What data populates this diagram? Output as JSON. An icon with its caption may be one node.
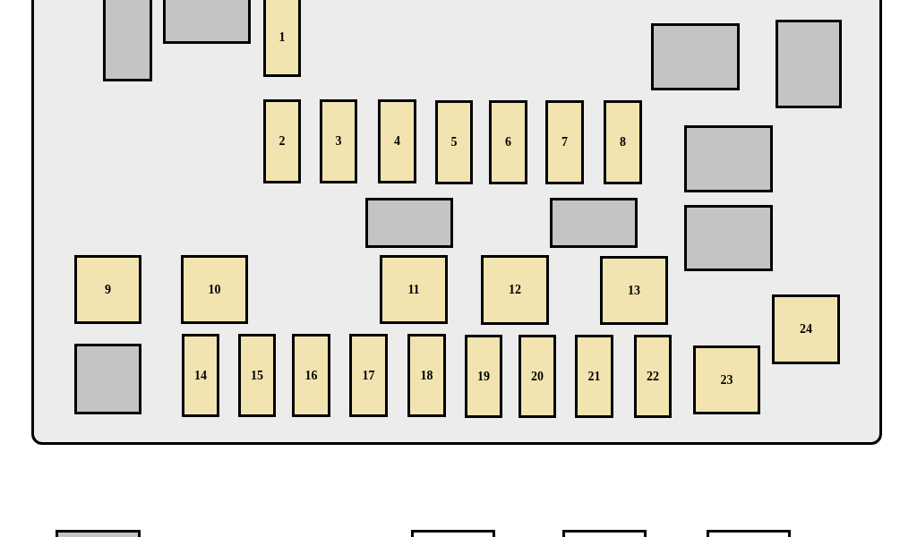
{
  "diagram": {
    "nodes": [
      {
        "text": [],
        "shape": "box"
      },
      {
        "text": [],
        "shape": "box",
        "in": 0
      },
      {
        "text": [],
        "shape": "box",
        "in": 0
      },
      {
        "text": [
          "1"
        ],
        "in": 0
      },
      {
        "text": [],
        "shape": "box",
        "in": 0
      },
      {
        "text": [],
        "shape": "box",
        "in": 0
      },
      {
        "text": [
          "2"
        ],
        "in": 0
      },
      {
        "text": [
          "3"
        ],
        "in": 0
      },
      {
        "text": [
          "4"
        ],
        "in": 0
      },
      {
        "text": [
          "5"
        ],
        "in": 0
      },
      {
        "text": [
          "6"
        ],
        "in": 0
      },
      {
        "text": [
          "7"
        ],
        "in": 0
      },
      {
        "text": [
          "8"
        ],
        "in": 0
      },
      {
        "text": [],
        "shape": "box",
        "in": 0
      },
      {
        "text": [],
        "shape": "box",
        "in": 0
      },
      {
        "text": [],
        "shape": "box",
        "in": 0
      },
      {
        "text": [],
        "shape": "box",
        "in": 0
      },
      {
        "text": [
          "9"
        ],
        "in": 0
      },
      {
        "text": [
          "10"
        ],
        "in": 0
      },
      {
        "text": [
          "11"
        ],
        "in": 0
      },
      {
        "text": [
          "12"
        ],
        "in": 0
      },
      {
        "text": [
          "13"
        ],
        "in": 0
      },
      {
        "text": [
          "24"
        ],
        "in": 0
      },
      {
        "text": [],
        "shape": "box",
        "in": 0
      },
      {
        "text": [
          "14"
        ],
        "in": 0
      },
      {
        "text": [
          "15"
        ],
        "in": 0
      },
      {
        "text": [
          "16"
        ],
        "in": 0
      },
      {
        "text": [
          "17"
        ],
        "in": 0
      },
      {
        "text": [
          "18"
        ],
        "in": 0
      },
      {
        "text": [
          "19"
        ],
        "in": 0
      },
      {
        "text": [
          "20"
        ],
        "in": 0
      },
      {
        "text": [
          "21"
        ],
        "in": 0
      },
      {
        "text": [
          "22"
        ],
        "in": 0
      },
      {
        "text": [
          "23"
        ],
        "in": 0
      },
      {
        "text": [],
        "shape": "box"
      },
      {
        "text": [],
        "shape": "box"
      },
      {
        "text": [],
        "shape": "box"
      },
      {
        "text": [],
        "shape": "box"
      }
    ]
  }
}
